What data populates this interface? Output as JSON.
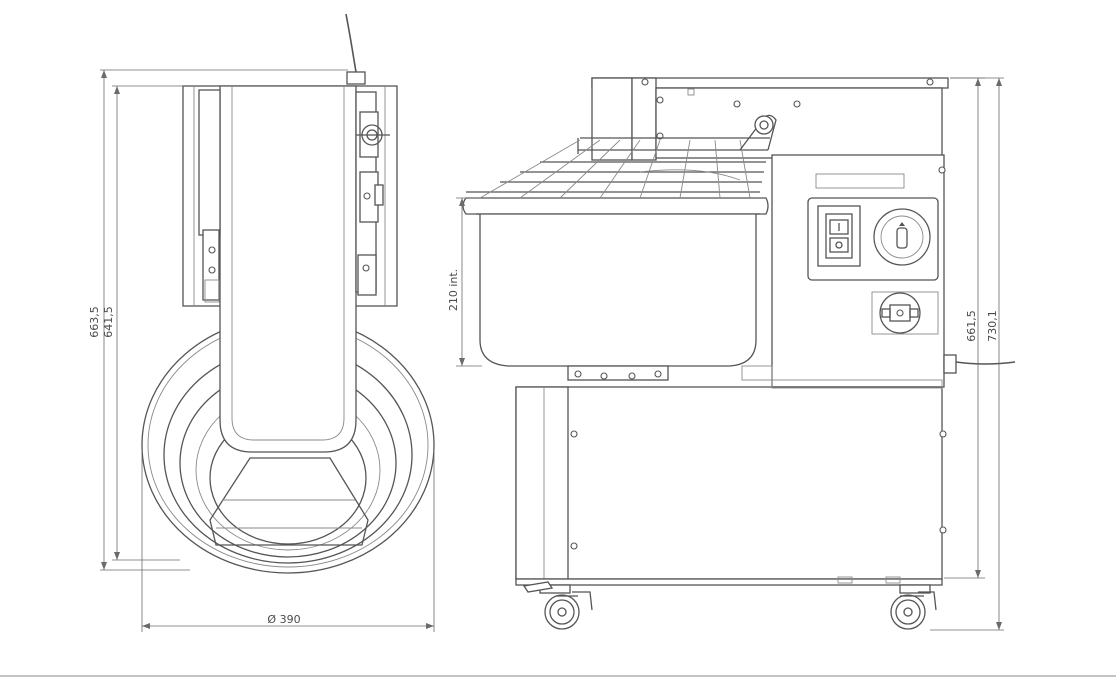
{
  "dimensions": {
    "front_height_outer": "663,5",
    "front_height_inner": "641,5",
    "bowl_diameter": "Ø 390",
    "bowl_depth": "210 int.",
    "side_height_inner": "661,5",
    "side_height_outer": "730,1"
  },
  "colors": {
    "line": "#555555",
    "dimension": "#6a6a6a",
    "background": "#ffffff"
  },
  "icons": [
    "power-switch-icon",
    "timer-knob-icon",
    "speed-selector-icon",
    "caster-wheel-icon"
  ]
}
